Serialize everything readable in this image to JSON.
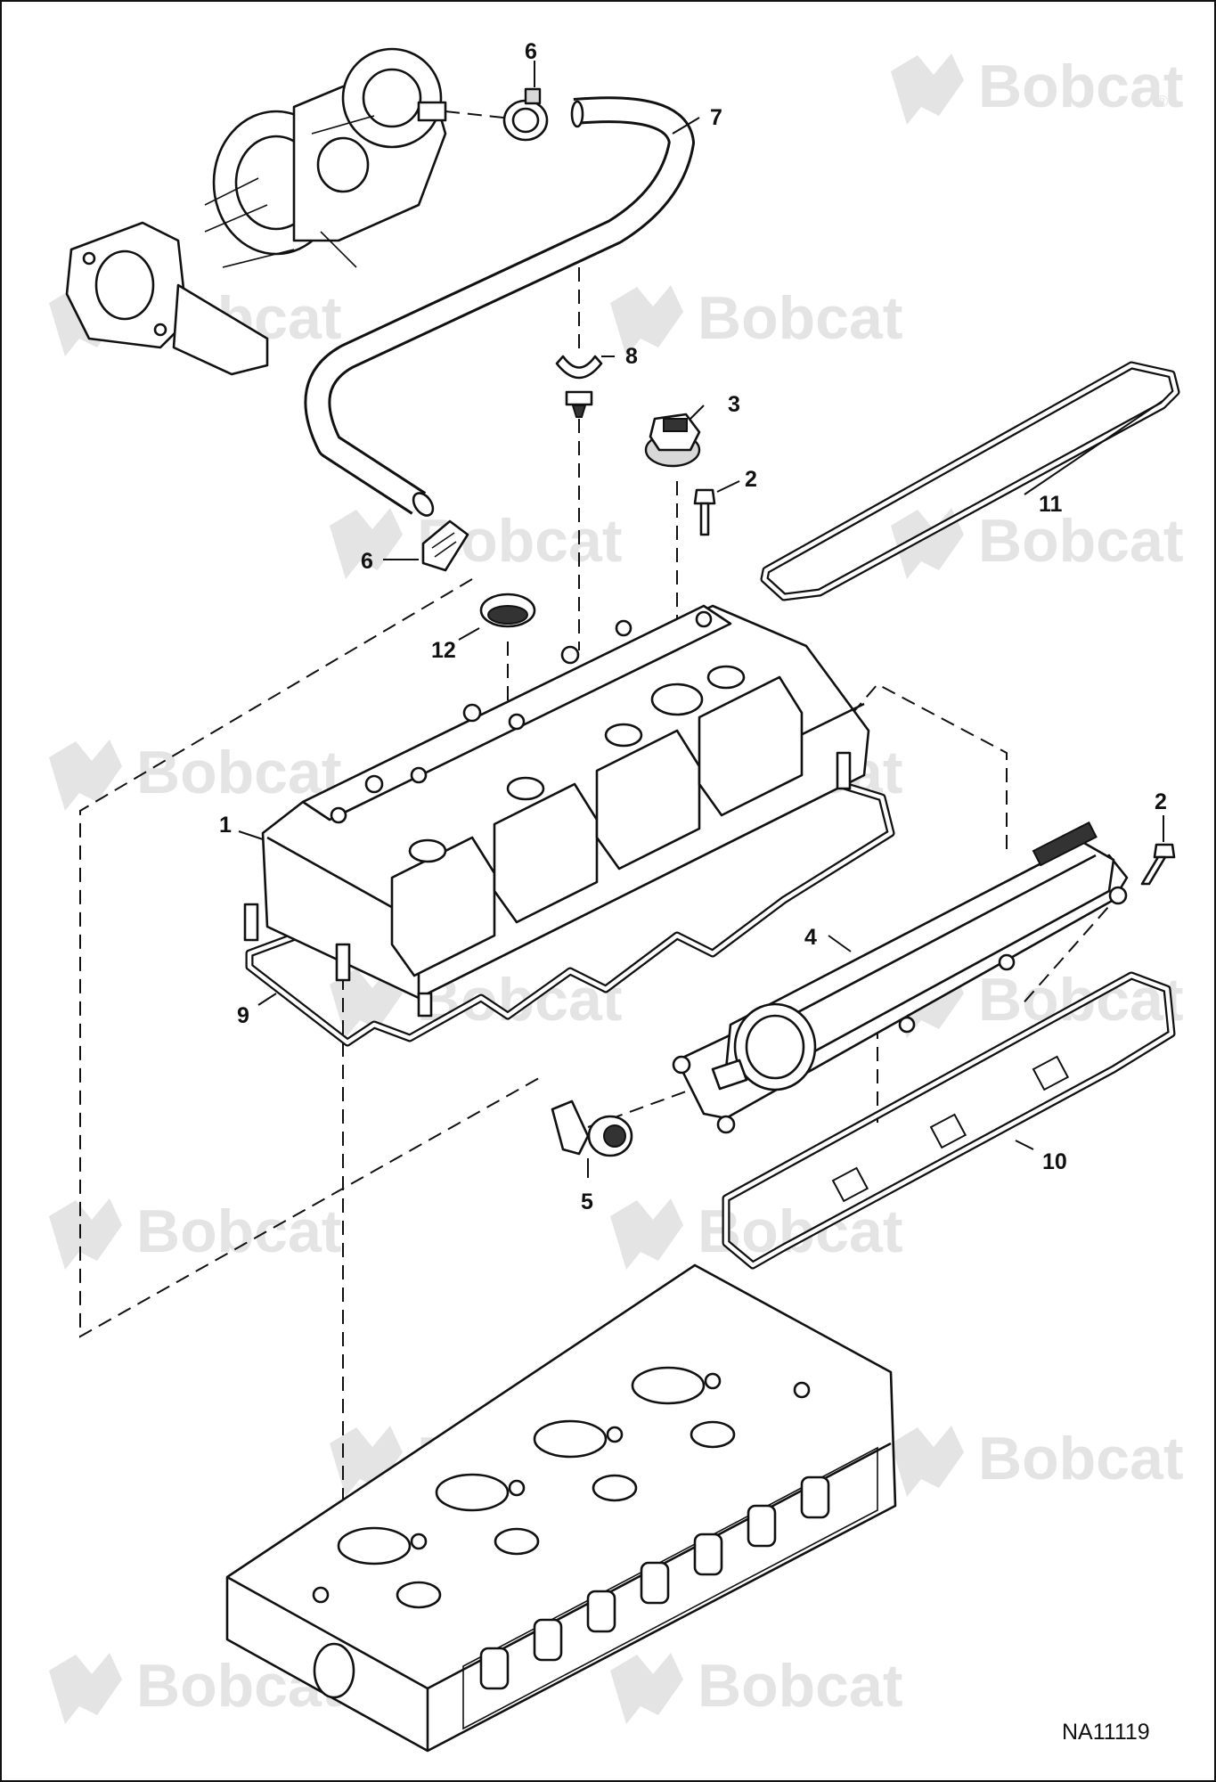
{
  "watermark": {
    "brand_text": "Bobcat",
    "registered_mark": "®"
  },
  "figure_id": "NA11119",
  "callouts": [
    {
      "id": "c1",
      "label": "1"
    },
    {
      "id": "c2a",
      "label": "2"
    },
    {
      "id": "c2b",
      "label": "2"
    },
    {
      "id": "c3",
      "label": "3"
    },
    {
      "id": "c4",
      "label": "4"
    },
    {
      "id": "c5",
      "label": "5"
    },
    {
      "id": "c6a",
      "label": "6"
    },
    {
      "id": "c6b",
      "label": "6"
    },
    {
      "id": "c7",
      "label": "7"
    },
    {
      "id": "c8",
      "label": "8"
    },
    {
      "id": "c9",
      "label": "9"
    },
    {
      "id": "c10",
      "label": "10"
    },
    {
      "id": "c11",
      "label": "11"
    },
    {
      "id": "c12",
      "label": "12"
    }
  ],
  "parts": {
    "turbocharger": "turbocharger-assembly",
    "hose": "breather-hose",
    "valve_cover": "valve-cover",
    "breather_cover": "breather-cover",
    "cylinder_head": "cylinder-head"
  },
  "colors": {
    "line": "#111111",
    "watermark": "#e4e4e4",
    "background": "#ffffff"
  }
}
